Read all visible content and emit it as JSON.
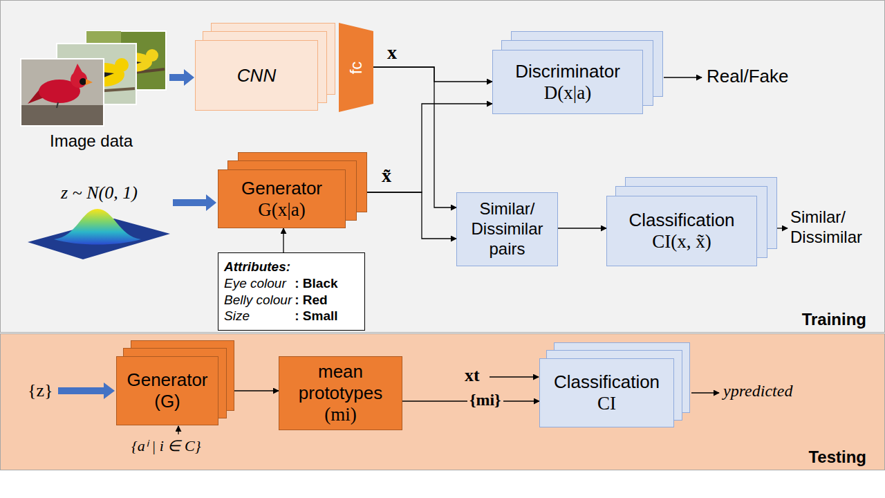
{
  "diagram": {
    "nodes": [
      {
        "text": [
          "Training"
        ]
      },
      {
        "text": [
          "CNN"
        ],
        "in": 0
      },
      {
        "text": [
          "fc"
        ],
        "in": 0
      },
      {
        "text": [
          "Discriminator",
          "D(x|a)"
        ],
        "in": 0
      },
      {
        "text": [
          "Generator",
          "G(x|a)"
        ],
        "in": 0
      },
      {
        "text": [
          "Attributes:",
          "Eye colour",
          ": Black",
          "Belly colour",
          ": Red",
          "Size",
          ": Small"
        ],
        "in": 0
      },
      {
        "text": [
          "Similar/ Dissimilar pairs"
        ],
        "in": 0
      },
      {
        "text": [
          "Classification",
          "CI(x, x̃)"
        ],
        "in": 0
      },
      {
        "text": [
          "Testing"
        ]
      },
      {
        "text": [
          "Generator",
          "(G)"
        ],
        "in": 8
      },
      {
        "text": [
          "mean prototypes",
          "(mi)"
        ],
        "in": 8
      },
      {
        "text": [
          "Classification",
          "CI"
        ],
        "in": 8
      }
    ],
    "edges": [
      {
        "from": 2,
        "to": 3,
        "arrow": "to",
        "label": "x"
      },
      {
        "from": 2,
        "to": 6,
        "arrow": "to"
      },
      {
        "from": 4,
        "to": 3,
        "arrow": "to",
        "label": "x̃"
      },
      {
        "from": 4,
        "to": 6,
        "arrow": "to"
      },
      {
        "from": 5,
        "to": 4,
        "arrow": "to"
      },
      {
        "from": 6,
        "to": 7,
        "arrow": "to"
      },
      {
        "from": 9,
        "to": 10,
        "arrow": "to"
      },
      {
        "from": 10,
        "to": 11,
        "arrow": "to",
        "label": "{mi}"
      }
    ],
    "labels": [
      "Image data",
      "z ~ N(0, 1)",
      "Real/Fake",
      "Similar/ Dissimilar",
      "{z}",
      "{aⁱ | i ∈ C}",
      "xt",
      "ypredicted"
    ]
  }
}
